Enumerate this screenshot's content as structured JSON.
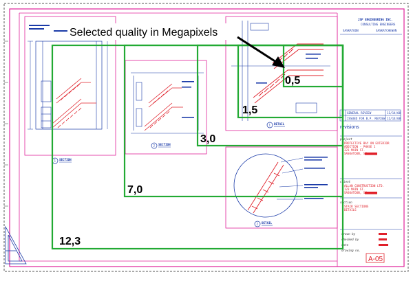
{
  "annotation": {
    "callout": "Selected quality in Megapixels"
  },
  "quality_regions": [
    {
      "label": "0,5"
    },
    {
      "label": "1,5"
    },
    {
      "label": "3,0"
    },
    {
      "label": "7,0"
    },
    {
      "label": "12,3"
    }
  ],
  "title_block": {
    "firm_name": "JSP ENGINEERING INC.",
    "firm_subtitle": "CONSULTING ENGINEERS",
    "city_left": "SASKATOON",
    "city_right": "SASKATCHEWAN",
    "revisions_label": "revisions",
    "revisions": [
      {
        "no": "1",
        "desc": "GENERAL REVIEW",
        "date": "11/14/08"
      },
      {
        "no": "2",
        "desc": "ISSUED FOR B.P. REVIEW",
        "date": "11/14/08"
      }
    ],
    "project_label": "project",
    "project_lines": [
      "PROTECTIVE BAY ON EXTERIOR",
      "ADDITION - PHASE 1",
      "321 MAIN ST.",
      "SASKATOON, SK"
    ],
    "client_label": "client",
    "client_lines": [
      "ALLAN CONSTRUCTION LTD.",
      "123 MAIN ST.",
      "SASKATOON, SK"
    ],
    "section_label": "section",
    "section_lines": [
      "STAIR SECTIONS",
      "DETAILS"
    ],
    "field_labels": [
      "drawn by",
      "checked by",
      "date",
      "drawing no."
    ],
    "sheet_number": "A-05"
  },
  "views": {
    "section_1": {
      "number": "1",
      "title": "SECTION"
    },
    "section_2": {
      "number": "2",
      "title": "SECTION"
    },
    "detail_1": {
      "number": "1",
      "title": "DETAIL"
    },
    "detail_2": {
      "number": "2",
      "title": "DETAIL"
    }
  },
  "colors": {
    "sheet_border": "#e0209a",
    "quality_frame": "#22aa33",
    "drawing_red": "#e0202a",
    "drawing_blue": "#1a3aa8",
    "callout_text": "#000000"
  }
}
